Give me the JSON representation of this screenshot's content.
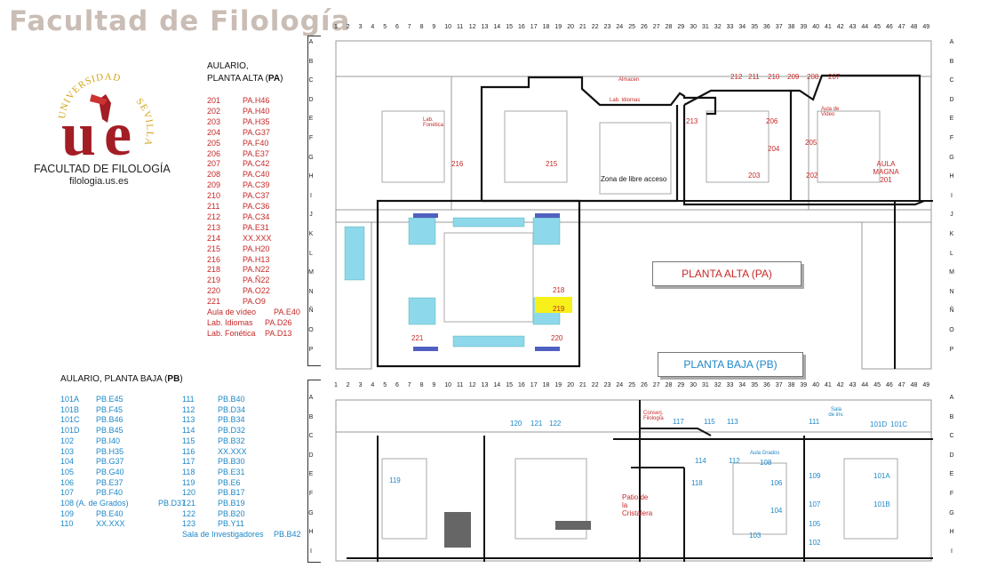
{
  "page_title": "Facultad de Filología",
  "logo": {
    "arc_top": "UNIVERSIDAD",
    "arc_right": "SEVILLA",
    "faculty": "FACULTAD DE FILOLOGÍA",
    "url": "filologia.us.es"
  },
  "aulario_pa": {
    "title_line1": "AULARIO,",
    "title_line2": "PLANTA ALTA (",
    "title_bold": "PA",
    "title_end": ")",
    "rows": [
      [
        "201",
        "PA.H46"
      ],
      [
        "202",
        "PA.H40"
      ],
      [
        "203",
        "PA.H35"
      ],
      [
        "204",
        "PA.G37"
      ],
      [
        "205",
        "PA.F40"
      ],
      [
        "206",
        "PA.E37"
      ],
      [
        "207",
        "PA.C42"
      ],
      [
        "208",
        "PA.C40"
      ],
      [
        "209",
        "PA.C39"
      ],
      [
        "210",
        "PA.C37"
      ],
      [
        "211",
        "PA.C36"
      ],
      [
        "212",
        "PA.C34"
      ],
      [
        "213",
        "PA.E31"
      ],
      [
        "214",
        "XX.XXX"
      ],
      [
        "215",
        "PA.H20"
      ],
      [
        "216",
        "PA.H13"
      ],
      [
        "218",
        "PA.N22"
      ],
      [
        "219",
        "PA.Ñ22"
      ],
      [
        "220",
        "PA.O22"
      ],
      [
        "221",
        "PA.O9"
      ]
    ],
    "extra": [
      [
        "Aula de vídeo",
        "PA.E40"
      ],
      [
        "Lab. Idiomas",
        "PA.D26"
      ],
      [
        "Lab. Fonética",
        "PA.D13"
      ]
    ]
  },
  "aulario_pb": {
    "title": "AULARIO, PLANTA BAJA (",
    "title_bold": "PB",
    "title_end": ")",
    "col1": [
      [
        "101A",
        "PB.E45"
      ],
      [
        "101B",
        "PB.F45"
      ],
      [
        "101C",
        "PB.B46"
      ],
      [
        "101D",
        "PB.B45"
      ],
      [
        "102",
        "PB.I40"
      ],
      [
        "103",
        "PB.H35"
      ],
      [
        "104",
        "PB.G37"
      ],
      [
        "105",
        "PB.G40"
      ],
      [
        "106",
        "PB.E37"
      ],
      [
        "107",
        "PB.F40"
      ],
      [
        "108 (A. de Grados)",
        "PB.D37"
      ],
      [
        "109",
        "PB.E40"
      ],
      [
        "110",
        "XX.XXX"
      ]
    ],
    "col2": [
      [
        "111",
        "PB.B40"
      ],
      [
        "112",
        "PB.D34"
      ],
      [
        "113",
        "PB.B34"
      ],
      [
        "114",
        "PB.D32"
      ],
      [
        "115",
        "PB.B32"
      ],
      [
        "116",
        "XX.XXX"
      ],
      [
        "117",
        "PB.B30"
      ],
      [
        "118",
        "PB.E31"
      ],
      [
        "119",
        "PB.E6"
      ],
      [
        "120",
        "PB.B17"
      ],
      [
        "121",
        "PB.B19"
      ],
      [
        "122",
        "PB.B20"
      ],
      [
        "123",
        "PB.Y11"
      ]
    ],
    "extra": [
      "Sala de Investigadores",
      "PB.B42"
    ]
  },
  "map": {
    "col_numbers": [
      "1",
      "2",
      "3",
      "4",
      "5",
      "6",
      "7",
      "8",
      "9",
      "10",
      "11",
      "12",
      "13",
      "14",
      "15",
      "16",
      "17",
      "18",
      "19",
      "20",
      "21",
      "22",
      "23",
      "24",
      "25",
      "26",
      "27",
      "28",
      "29",
      "30",
      "31",
      "32",
      "33",
      "34",
      "35",
      "36",
      "37",
      "38",
      "39",
      "40",
      "41",
      "42",
      "43",
      "44",
      "45",
      "46",
      "47",
      "48",
      "49"
    ],
    "rows_top": [
      "A",
      "B",
      "C",
      "D",
      "E",
      "F",
      "G",
      "H",
      "I",
      "J",
      "K",
      "L",
      "M",
      "N",
      "Ñ",
      "O",
      "P"
    ],
    "rows_bottom": [
      "A",
      "B",
      "C",
      "D",
      "E",
      "F",
      "G",
      "H",
      "I"
    ],
    "label_pa": "PLANTA ALTA (PA)",
    "label_pb": "PLANTA BAJA (PB)",
    "zona": "Zona de libre acceso",
    "patio": "Patio de la Cristalera",
    "aula_magna": "AULA MAGNA 201",
    "top_rooms": [
      "212",
      "211",
      "210",
      "209",
      "208",
      "207",
      "213",
      "206",
      "204",
      "205",
      "216",
      "215",
      "203",
      "202",
      "218",
      "219",
      "220",
      "221"
    ],
    "top_small": {
      "lab_fon": "Lab. Fonética",
      "almacen": "Almacen",
      "lab_idi": "Lab. Idiomas",
      "aula_video": "Aula de Video"
    },
    "bot_rooms": [
      "120",
      "121",
      "122",
      "117",
      "115",
      "113",
      "111",
      "101D",
      "101C",
      "114",
      "112",
      "108",
      "118",
      "106",
      "109",
      "101A",
      "119",
      "104",
      "107",
      "101B",
      "103",
      "105",
      "102"
    ],
    "bot_small": {
      "conserj": "Conserj. Filología",
      "sala": "Sala de inv.",
      "aula_grados": "Aula Grados"
    },
    "highlight_color": "#f7f01a",
    "pa_color": "#c62828",
    "pb_color": "#1e88c7"
  }
}
